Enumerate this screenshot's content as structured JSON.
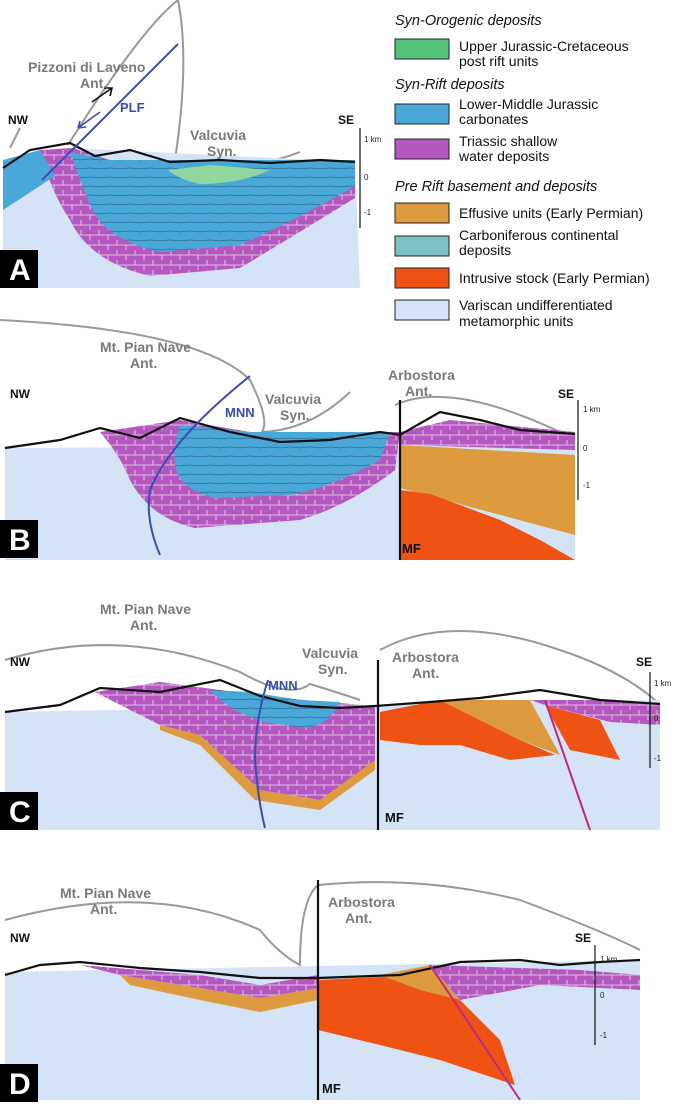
{
  "legend": {
    "groups": [
      {
        "heading": "Syn-Orogenic deposits",
        "items": [
          {
            "lines": [
              "Upper Jurassic-Cretaceous",
              "post rift units"
            ],
            "color": "#55c47a"
          }
        ]
      },
      {
        "heading": "Syn-Rift deposits",
        "items": [
          {
            "lines": [
              "Lower-Middle Jurassic",
              "carbonates"
            ],
            "color": "#4aa8d8"
          },
          {
            "lines": [
              "Triassic shallow",
              "water deposits"
            ],
            "color": "#b458bf"
          }
        ]
      },
      {
        "heading": "Pre Rift basement and deposits",
        "items": [
          {
            "lines": [
              "Effusive units (Early Permian)"
            ],
            "color": "#dd9a3e"
          },
          {
            "lines": [
              "Carboniferous continental",
              "deposits"
            ],
            "color": "#7cc2c4"
          },
          {
            "lines": [
              "Intrusive stock (Early Permian)"
            ],
            "color": "#ee5314"
          },
          {
            "lines": [
              "Variscan undifferentiated",
              "metamorphic units"
            ],
            "color": "#d4e3f5"
          }
        ]
      }
    ]
  },
  "orientation": {
    "left": "NW",
    "right": "SE"
  },
  "scale": {
    "top": "1 km",
    "mid": "0",
    "bottom": "-1"
  },
  "panels": {
    "A": {
      "letter": "A",
      "structures": {
        "ant1": [
          "Pizzoni di Laveno",
          "Ant."
        ],
        "syn": [
          "Valcuvia",
          "Syn."
        ]
      },
      "fault": "PLF"
    },
    "B": {
      "letter": "B",
      "structures": {
        "ant1": [
          "Mt. Pian Nave",
          "Ant."
        ],
        "syn": [
          "Valcuvia",
          "Syn."
        ],
        "ant2": [
          "Arbostora",
          "Ant."
        ]
      },
      "fault": "MNN",
      "fault2": "MF"
    },
    "C": {
      "letter": "C",
      "structures": {
        "ant1": [
          "Mt. Pian Nave",
          "Ant."
        ],
        "syn": [
          "Valcuvia",
          "Syn."
        ],
        "ant2": [
          "Arbostora",
          "Ant."
        ]
      },
      "fault": "MNN",
      "fault2": "MF"
    },
    "D": {
      "letter": "D",
      "structures": {
        "ant1": [
          "Mt. Pian Nave",
          "Ant."
        ],
        "ant2": [
          "Arbostora",
          "Ant."
        ]
      },
      "fault2": "MF"
    }
  },
  "colors": {
    "basement": "#d4e3f5",
    "triassic": "#b458bf",
    "jurassic": "#4aa8d8",
    "cretaceous": "#8fd69f",
    "carboniferous": "#7cc2c4",
    "effusive": "#dd9a3e",
    "intrusive": "#ee5314",
    "fault_blue": "#3a4db0",
    "fault_magenta": "#c0287f",
    "profile": "#999999",
    "panel_letter_bg": "#000000"
  }
}
